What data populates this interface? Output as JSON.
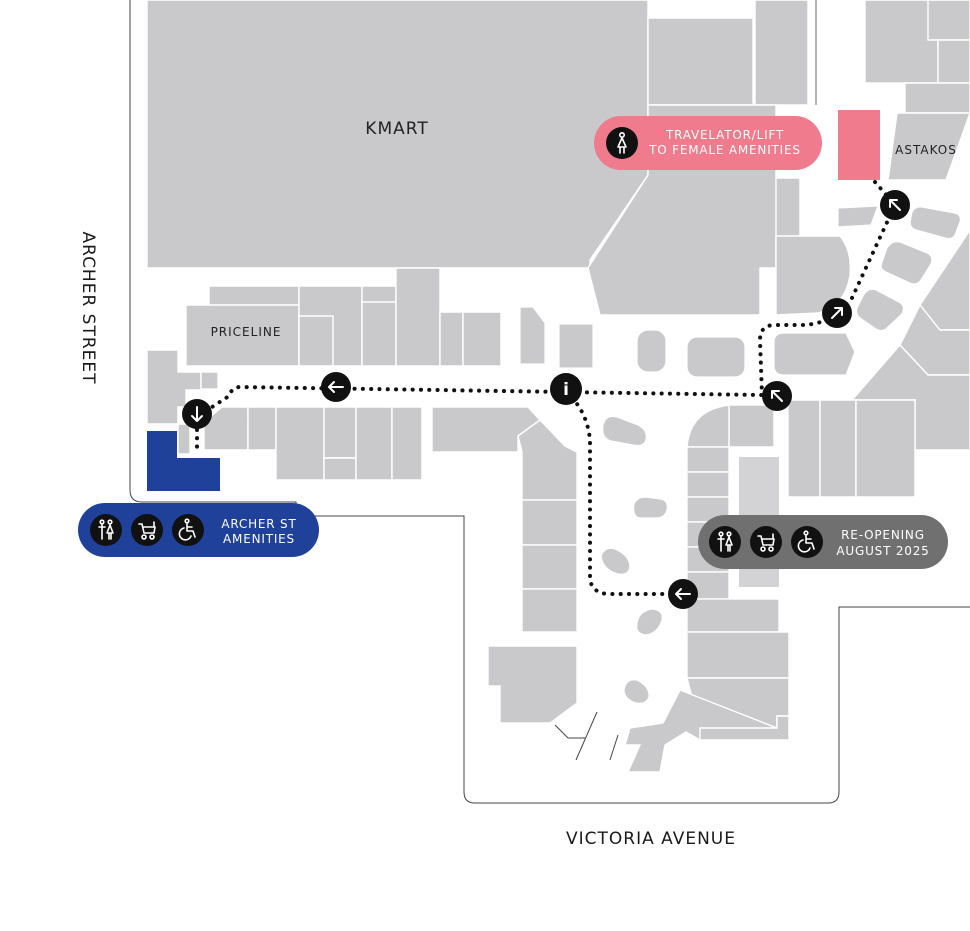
{
  "stores": {
    "kmart": "KMART",
    "priceline": "PRICELINE",
    "astakos": "ASTAKOS"
  },
  "streets": {
    "archer": "ARCHER STREET",
    "victoria": "VICTORIA AVENUE"
  },
  "callouts": {
    "travelator": {
      "line1": "TRAVELATOR/LIFT",
      "line2": "TO FEMALE AMENITIES",
      "color": "#ef7b8c"
    },
    "archer_amenities": {
      "line1": "ARCHER ST",
      "line2": "AMENITIES",
      "color": "#1f419a"
    },
    "reopening": {
      "line1": "RE-OPENING",
      "line2": "AUGUST 2025",
      "color": "#707070"
    }
  },
  "info_marker": "i",
  "icons": [
    "female-icon",
    "toilets-icon",
    "pram-icon",
    "accessible-icon",
    "arrow-icon"
  ],
  "colors": {
    "store_fill": "#c9c9cc",
    "route": "#111111",
    "female_amenities": "#ef7b8c",
    "archer_amenities": "#1f419a",
    "closed_amenities": "#d3d3d5"
  }
}
